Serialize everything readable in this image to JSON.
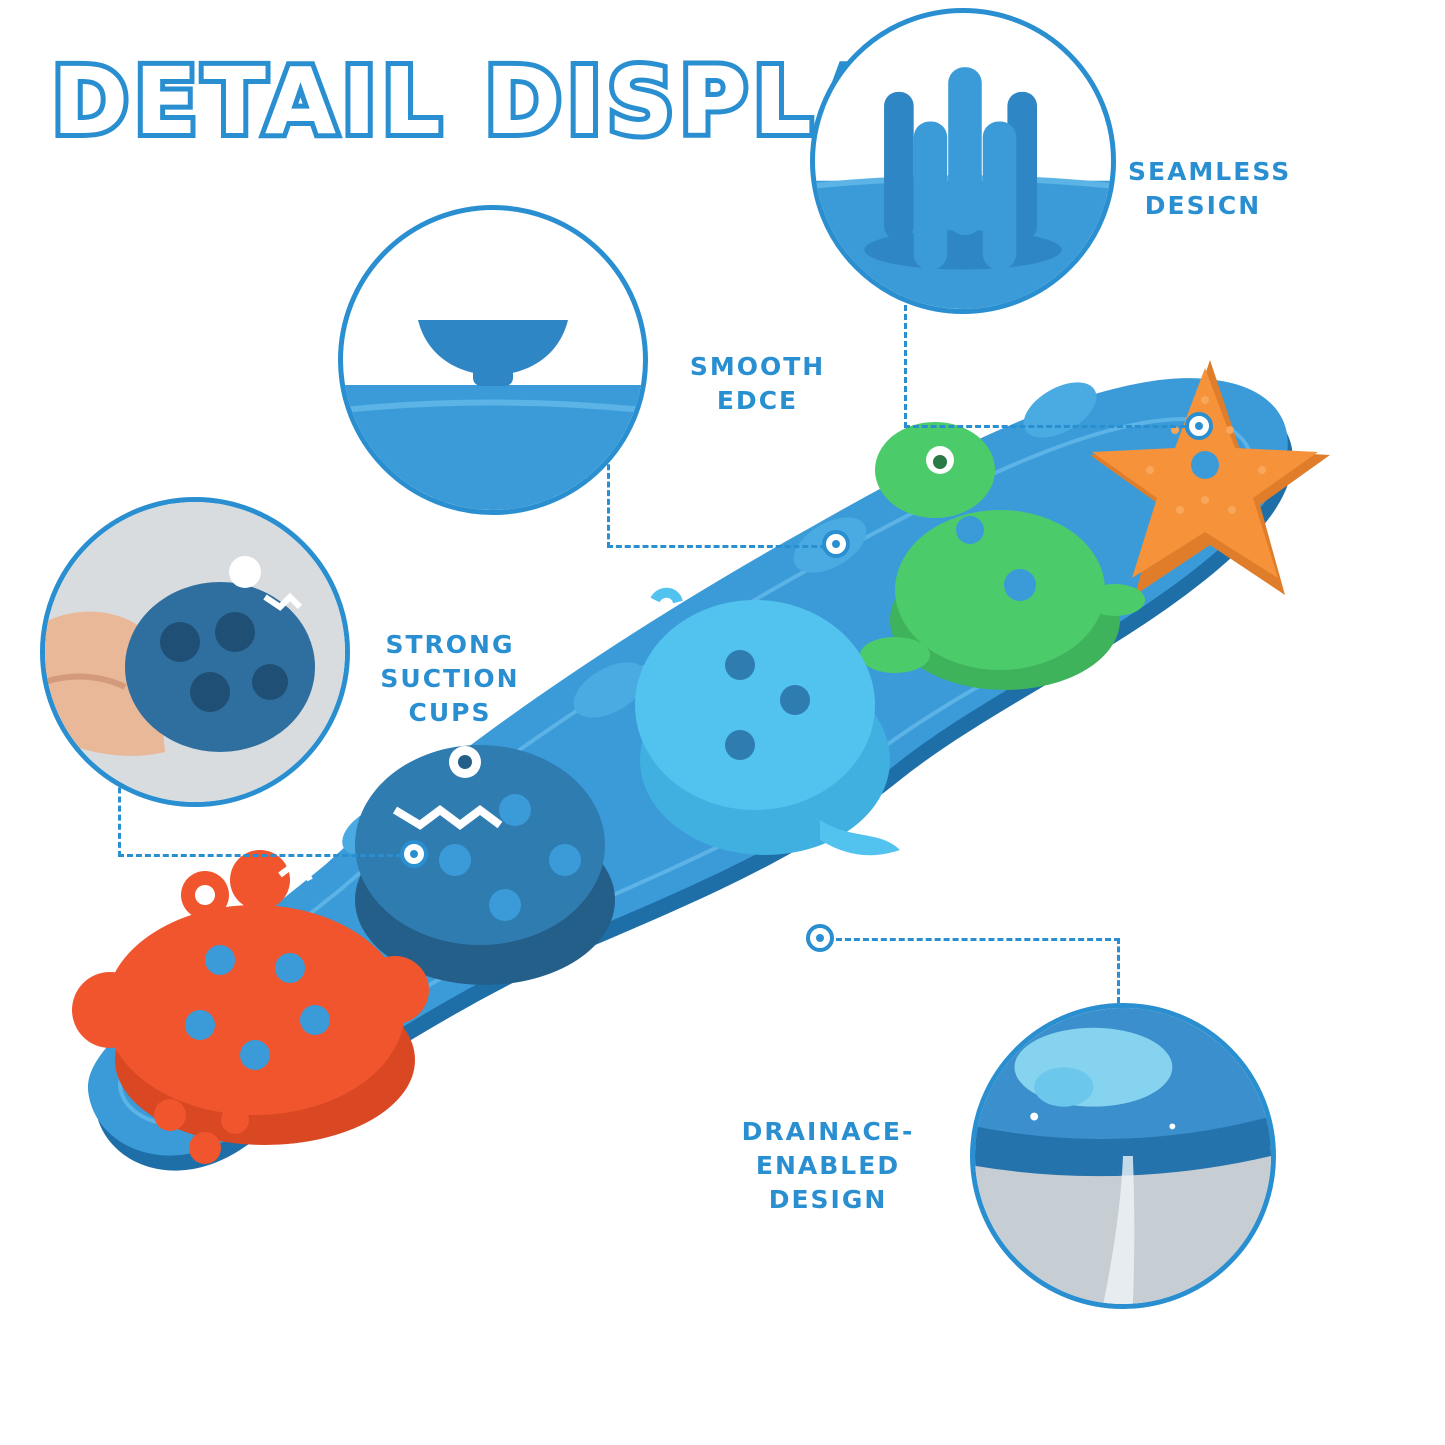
{
  "title": "DETAIL DISPLAY",
  "callouts": {
    "seamless": "SEAMLESS\nDESICN",
    "smooth": "SMOOTH EDCE",
    "suction": "STRONG\nSUCTION CUPS",
    "drainage": "DRAINACE-ENABLED\nDESIGN"
  },
  "colors": {
    "accent": "#2a8fd0",
    "tray": "#3a9bd8",
    "crab": "#f0552e",
    "shark": "#2f7cb0",
    "whale": "#52c3ee",
    "turtle": "#4ccb6a",
    "starfish": "#f5923a"
  }
}
